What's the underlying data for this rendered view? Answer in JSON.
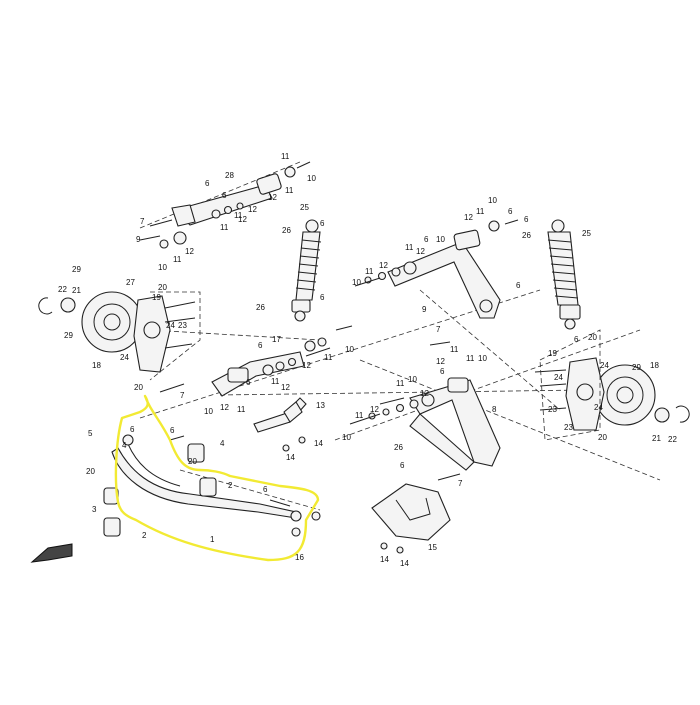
{
  "colors": {
    "line": "#222222",
    "highlight": "#f2ea33",
    "background": "#ffffff"
  },
  "callouts": {
    "n1": "1",
    "n2": "2",
    "n3": "3",
    "n4": "4",
    "n5": "5",
    "n6": "6",
    "n7": "7",
    "n8": "8",
    "n9": "9",
    "n10": "10",
    "n11": "11",
    "n12": "12",
    "n13": "13",
    "n14": "14",
    "n15": "15",
    "n16": "16",
    "n17": "17",
    "n18": "18",
    "n19": "19",
    "n20": "20",
    "n21": "21",
    "n22": "22",
    "n23": "23",
    "n24": "24",
    "n25": "25",
    "n26": "26",
    "n27": "27",
    "n28": "28",
    "n29": "29"
  }
}
